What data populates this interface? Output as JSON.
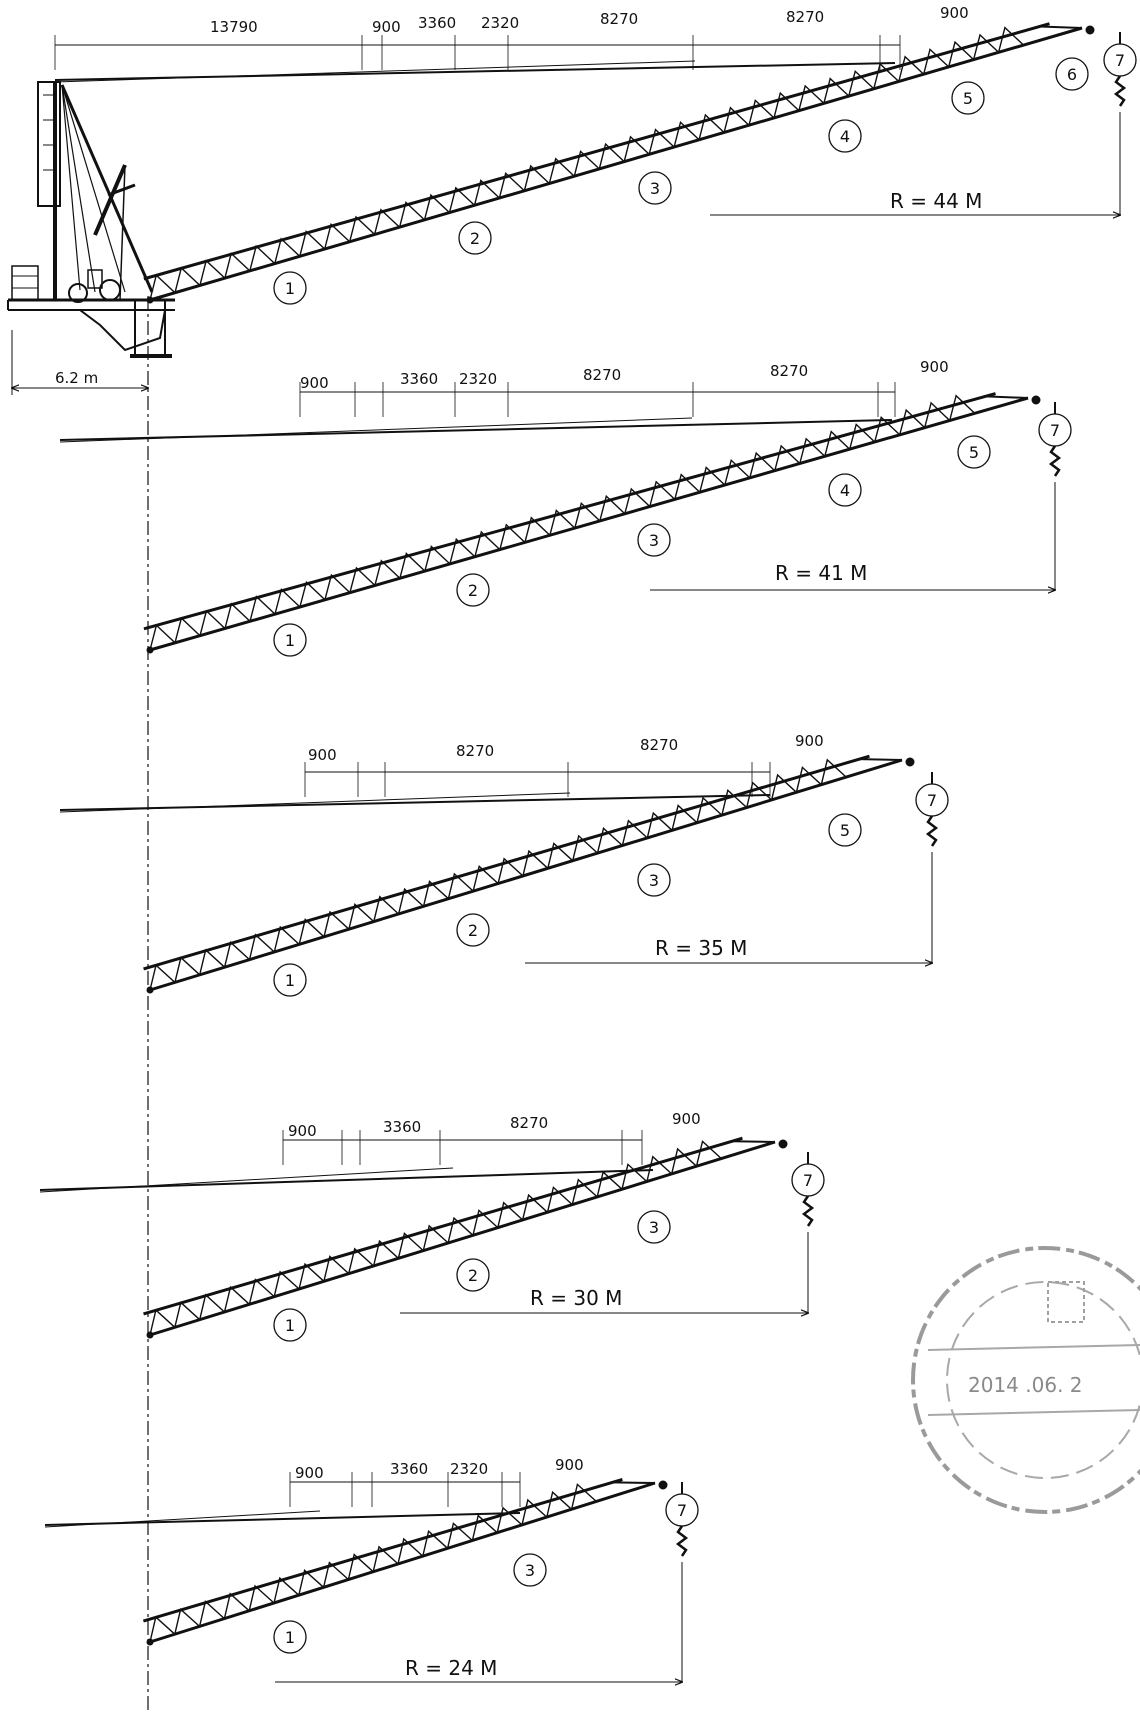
{
  "offset_label": "6.2 m",
  "configs": [
    {
      "radius_label": "R = 44 M",
      "dims": [
        "13790",
        "900",
        "3360",
        "2320",
        "8270",
        "8270",
        "900"
      ],
      "sections": [
        "1",
        "2",
        "3",
        "4",
        "5",
        "6"
      ],
      "hook": "7"
    },
    {
      "radius_label": "R = 41 M",
      "dims": [
        "900",
        "3360",
        "2320",
        "8270",
        "8270",
        "900"
      ],
      "sections": [
        "1",
        "2",
        "3",
        "4",
        "5"
      ],
      "hook": "7"
    },
    {
      "radius_label": "R = 35 M",
      "dims": [
        "900",
        "8270",
        "8270",
        "900"
      ],
      "sections": [
        "1",
        "2",
        "3",
        "5"
      ],
      "hook": "7"
    },
    {
      "radius_label": "R = 30 M",
      "dims": [
        "900",
        "3360",
        "8270",
        "900"
      ],
      "sections": [
        "1",
        "2",
        "3"
      ],
      "hook": "7"
    },
    {
      "radius_label": "R = 24 M",
      "dims": [
        "900",
        "3360",
        "2320",
        "900"
      ],
      "sections": [
        "1",
        "3"
      ],
      "hook": "7"
    }
  ],
  "stamp": {
    "date": "2014 .06. 2"
  }
}
